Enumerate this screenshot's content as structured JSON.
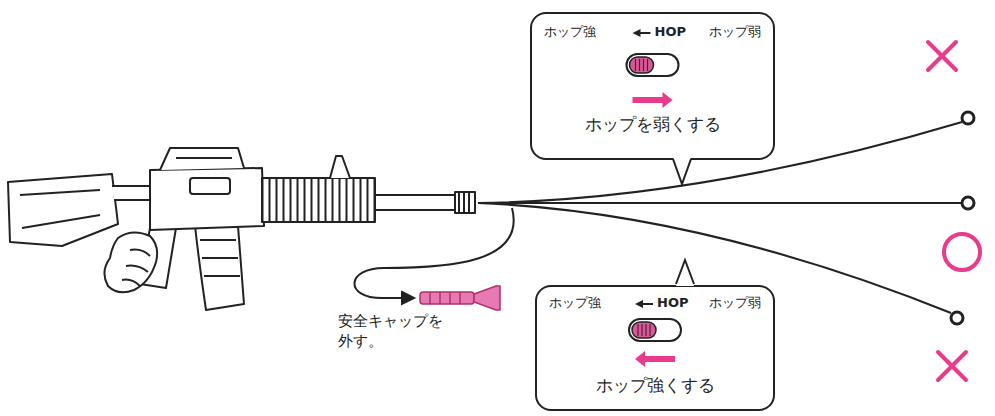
{
  "diagram": {
    "nodes": [
      {
        "text": [
          "ホップ強",
          "HOP",
          "ホップ弱",
          "ホップを弱くする"
        ]
      },
      {
        "text": [
          "ホップ強",
          "HOP",
          "ホップ弱",
          "ホップ強くする"
        ]
      }
    ],
    "labels": [
      "安全キャップを 外す。"
    ]
  }
}
